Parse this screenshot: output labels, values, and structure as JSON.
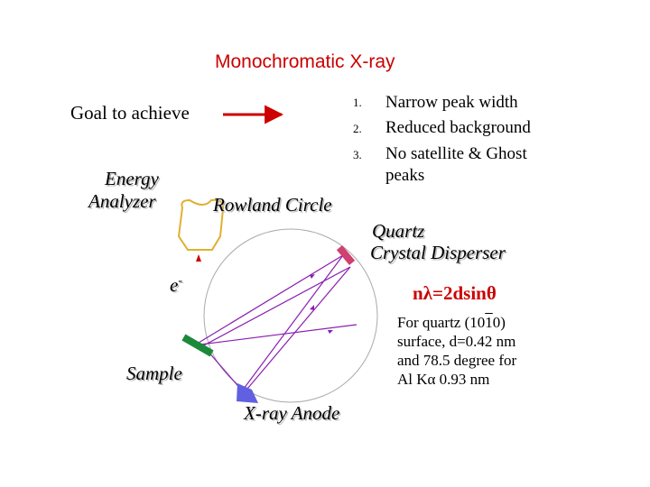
{
  "title": "Monochromatic X-ray",
  "goal_label": "Goal to achieve",
  "goals": [
    {
      "num": "1.",
      "text": "Narrow peak width"
    },
    {
      "num": "2.",
      "text": "Reduced background"
    },
    {
      "num": "3.",
      "text": "No satellite & Ghost"
    }
  ],
  "goal_3_cont": "peaks",
  "energy_analyzer_line1": "Energy",
  "energy_analyzer_line2": "Analyzer",
  "rowland_circle": "Rowland Circle",
  "quartz_line1": "Quartz",
  "quartz_line2": "Crystal Disperser",
  "electron": "e",
  "electron_sup": "-",
  "bragg_equation": "nλ=2dsinθ",
  "sample": "Sample",
  "xray_anode": "X-ray Anode",
  "note": {
    "line1_pre": "For quartz (10",
    "line1_bar1": "1",
    "line1_mid": "0",
    "line1_post": ")",
    "line2": "surface, d=0.42 nm",
    "line3": "and 78.5 degree for",
    "line4": "Al Kα 0.93 nm"
  },
  "colors": {
    "title": "#cc0000",
    "arrow": "#cc0000",
    "ray": "#8a1fb0",
    "circle": "#aaaaaa",
    "analyzer_outline": "#e0b030",
    "crystal": "#d04070",
    "sample": "#1a8a3a",
    "anode": "#6060e0"
  }
}
